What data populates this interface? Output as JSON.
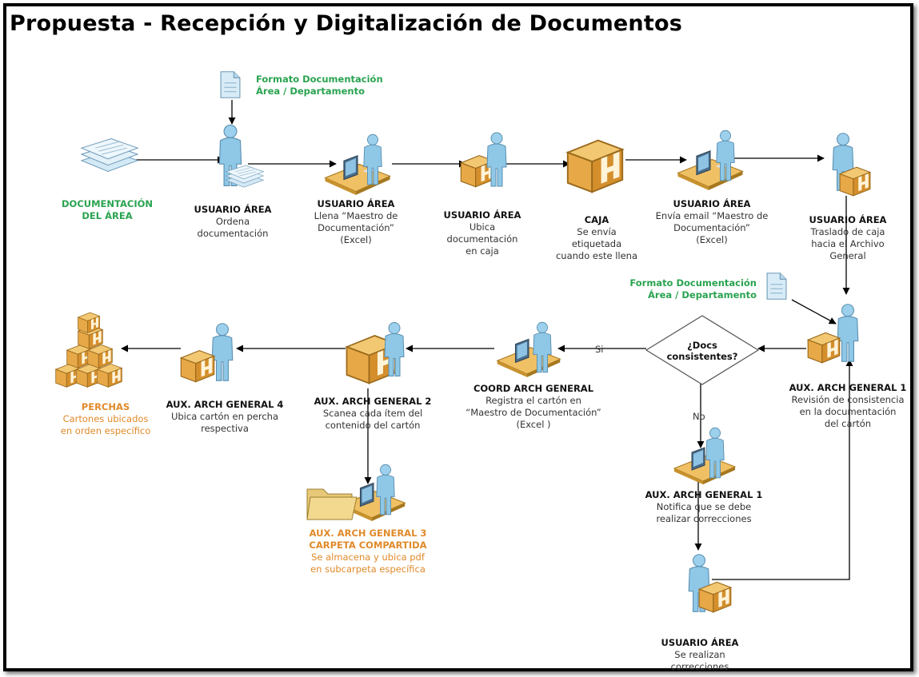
{
  "title": "Propuesta - Recepción y Digitalización de Documentos",
  "nodes": {
    "formato_top": {
      "title": [
        "Formato Documentación",
        "Área / Departamento"
      ],
      "desc": []
    },
    "formato_mid": {
      "title": [
        "Formato Documentación",
        "Área / Departamento"
      ],
      "desc": []
    },
    "documentacion": {
      "title": [
        "DOCUMENTACIÓN",
        "DEL ÁREA"
      ],
      "desc": []
    },
    "usuario_ordena": {
      "title": [
        "USUARIO ÁREA"
      ],
      "desc": [
        "Ordena",
        "documentación"
      ]
    },
    "usuario_llena": {
      "title": [
        "USUARIO ÁREA"
      ],
      "desc": [
        "Llena “Maestro de",
        "Documentación”",
        "(Excel)"
      ]
    },
    "usuario_ubica": {
      "title": [
        "USUARIO ÁREA"
      ],
      "desc": [
        "Ubica",
        "documentación",
        "en caja"
      ]
    },
    "caja": {
      "title": [
        "CAJA"
      ],
      "desc": [
        "Se envía",
        "etiquetada",
        "cuando este llena"
      ]
    },
    "usuario_email": {
      "title": [
        "USUARIO ÁREA"
      ],
      "desc": [
        "Envía email “Maestro de",
        "Documentación”",
        "(Excel)"
      ]
    },
    "usuario_traslado": {
      "title": [
        "USUARIO ÁREA"
      ],
      "desc": [
        "Traslado de caja",
        "hacia el Archivo",
        "General"
      ]
    },
    "aux1": {
      "title": [
        "AUX. ARCH GENERAL 1"
      ],
      "desc": [
        "Revisión de consistencia",
        "en la documentación",
        "del cartón"
      ]
    },
    "decision": {
      "title": [
        "¿Docs",
        "consistentes?"
      ],
      "desc": []
    },
    "coord": {
      "title": [
        "COORD ARCH GENERAL"
      ],
      "desc": [
        "Registra el cartón en",
        "“Maestro de Documentación”",
        "(Excel )"
      ]
    },
    "aux2": {
      "title": [
        "AUX. ARCH GENERAL 2"
      ],
      "desc": [
        "Scanea cada ítem del",
        "contenido del cartón"
      ]
    },
    "aux4": {
      "title": [
        "AUX. ARCH GENERAL 4"
      ],
      "desc": [
        "Ubica cartón en percha",
        "respectiva"
      ]
    },
    "perchas": {
      "title": [
        "PERCHAS"
      ],
      "desc": [
        "Cartones ubicados",
        "en orden específico"
      ]
    },
    "aux3": {
      "title": [
        "AUX. ARCH GENERAL 3",
        "CARPETA COMPARTIDA"
      ],
      "desc": [
        "Se almacena y ubica pdf",
        "en subcarpeta específica"
      ]
    },
    "aux1_notifica": {
      "title": [
        "AUX. ARCH GENERAL 1"
      ],
      "desc": [
        "Notifica que se debe",
        "realizar correcciones"
      ]
    },
    "usuario_corrige": {
      "title": [
        "USUARIO ÁREA"
      ],
      "desc": [
        "Se realizan",
        "correcciones"
      ]
    }
  },
  "edges": {
    "yes": "Si",
    "no": "No"
  },
  "colors": {
    "green": "#2aa350",
    "orange": "#e08a2a",
    "person": "#8fc7e6",
    "box": "#e7a847"
  }
}
